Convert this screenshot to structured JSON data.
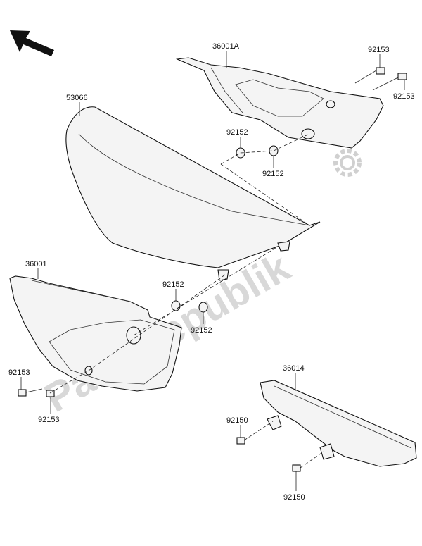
{
  "watermark": {
    "text": "PartsRepublik"
  },
  "labels": {
    "side_cover_right": "36001A",
    "side_cover_left": "36001",
    "seat": "53066",
    "chain_cover": "36014",
    "bolt_top_1": "92153",
    "bolt_top_2": "92153",
    "grommet_top_1": "92152",
    "grommet_top_2": "92152",
    "grommet_mid_1": "92152",
    "grommet_mid_2": "92152",
    "bolt_left_1": "92153",
    "bolt_left_2": "92153",
    "bolt_chain_1": "92150",
    "bolt_chain_2": "92150"
  },
  "icons": {
    "direction": "front-direction-arrow-icon",
    "gear": "gear-icon"
  }
}
